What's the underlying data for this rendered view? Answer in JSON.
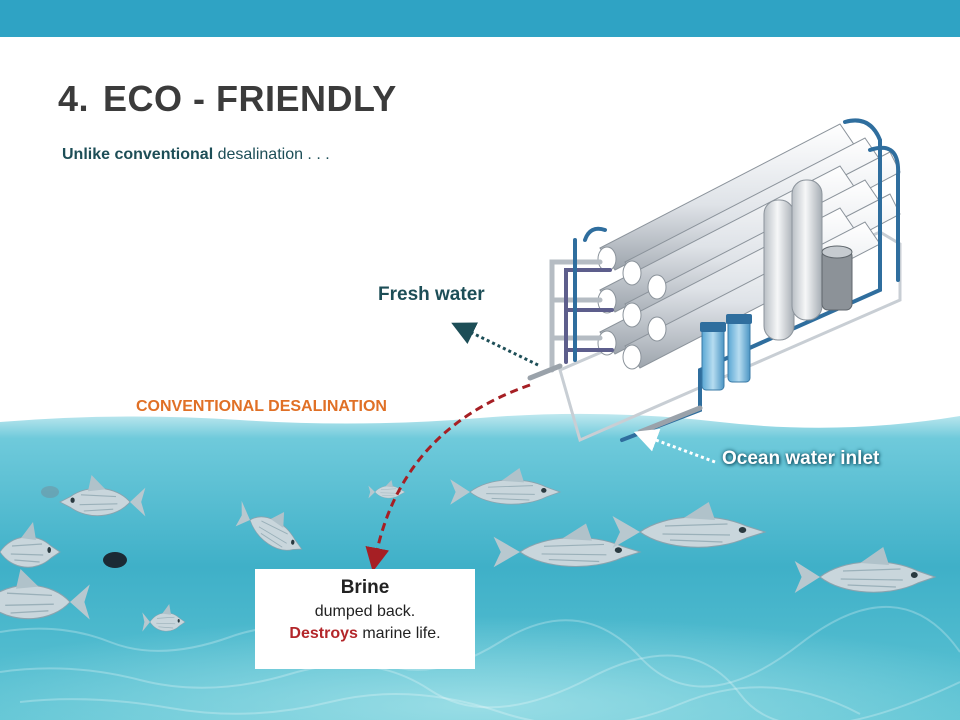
{
  "slide": {
    "number": "4.",
    "title": "ECO - FRIENDLY",
    "subtitle_bold": "Unlike conventional",
    "subtitle_rest": " desalination . . ."
  },
  "labels": {
    "fresh_water": "Fresh water",
    "conventional": "CONVENTIONAL DESALINATION",
    "ocean_inlet": "Ocean water inlet"
  },
  "brine": {
    "heading": "Brine",
    "line1": "dumped back.",
    "destroys": "Destroys",
    "line2_rest": " marine life."
  },
  "colors": {
    "top_bar": "#2fa3c4",
    "title": "#3b3b3b",
    "fresh_label": "#1d4e57",
    "conventional_label": "#e07026",
    "brine_arrow": "#a61f24",
    "destroys": "#b3262a",
    "water_top": "#5cc3d8",
    "water_deep": "#2b9fb8"
  }
}
